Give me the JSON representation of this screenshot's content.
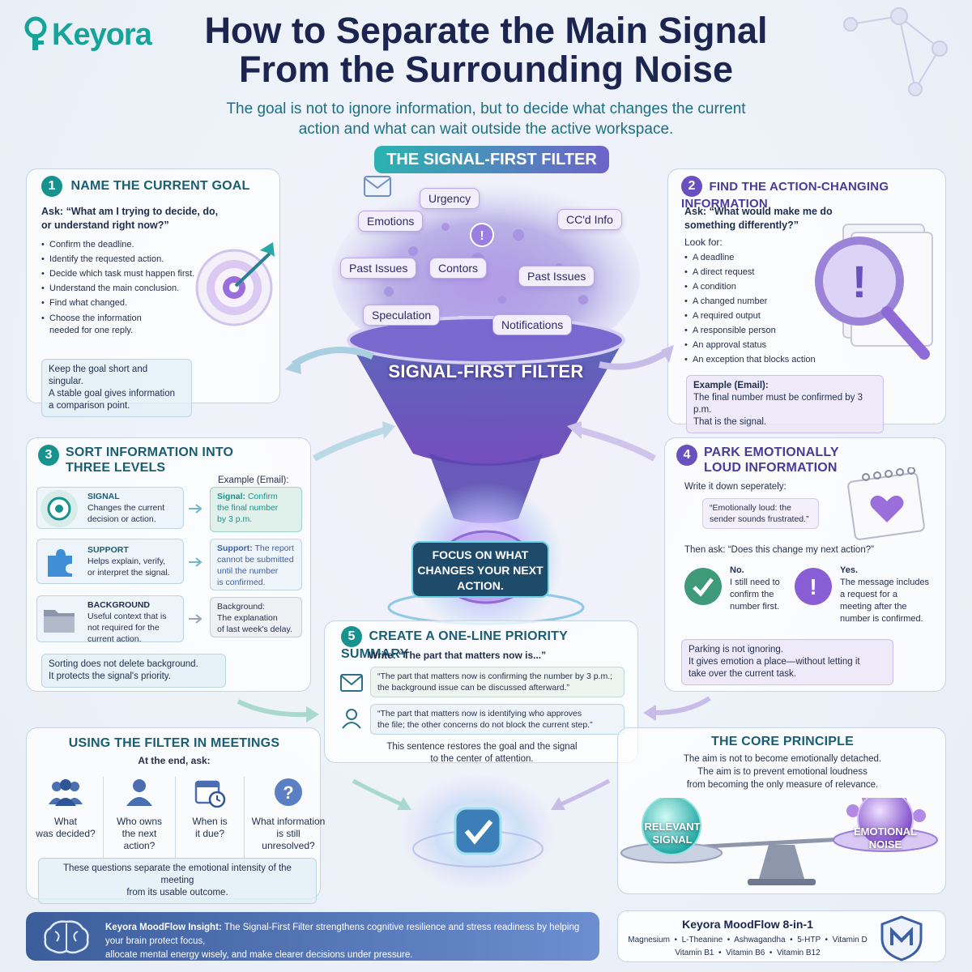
{
  "brand": {
    "logo": "Keyora"
  },
  "header": {
    "title_line1": "How to Separate the Main Signal",
    "title_line2": "From the Surrounding Noise",
    "subtitle_line1": "The goal is not to ignore information, but to decide what changes the current",
    "subtitle_line2": "action and what can wait outside the active workspace."
  },
  "filter": {
    "banner": "THE SIGNAL-FIRST FILTER",
    "funnel_label": "SIGNAL-FIRST FILTER",
    "focus_line1": "FOCUS ON WHAT",
    "focus_line2": "CHANGES YOUR NEXT",
    "focus_line3": "ACTION.",
    "noise_tags": [
      "Urgency",
      "Emotions",
      "CC'd Info",
      "Past Issues",
      "Contors",
      "Past Issues",
      "Speculation",
      "Notifications"
    ]
  },
  "step1": {
    "num": "1",
    "title": "NAME THE CURRENT GOAL",
    "ask_line1": "Ask: “What am I trying to decide, do,",
    "ask_line2": "or understand right now?”",
    "items": [
      "Confirm the deadline.",
      "Identify the requested action.",
      "Decide which task must happen first.",
      "Understand the main conclusion.",
      "Find what changed."
    ],
    "item_last_line1": "Choose the information",
    "item_last_line2": "needed for one reply.",
    "note_line1": "Keep the goal short and singular.",
    "note_line2": "A stable goal gives information",
    "note_line3": "a comparison point."
  },
  "step2": {
    "num": "2",
    "title": "FIND THE ACTION-CHANGING INFORMATION",
    "ask_line1": "Ask: “What would make me do",
    "ask_line2": "something differently?”",
    "look_for": "Look for:",
    "items": [
      "A deadline",
      "A direct request",
      "A condition",
      "A changed number",
      "A required output",
      "A responsible person",
      "An approval status",
      "An exception that blocks action"
    ],
    "example_label": "Example (Email):",
    "example_line1": "The final number must be confirmed by 3 p.m.",
    "example_line2": "That is the signal."
  },
  "step3": {
    "num": "3",
    "title_line1": "SORT INFORMATION INTO",
    "title_line2": "THREE LEVELS",
    "example_header": "Example (Email):",
    "signal_label": "SIGNAL",
    "signal_desc1": "Changes the current",
    "signal_desc2": "decision or action.",
    "signal_ex_key": "Signal:",
    "signal_ex1": "Confirm",
    "signal_ex2": "the final number",
    "signal_ex3": "by 3 p.m.",
    "support_label": "SUPPORT",
    "support_desc1": "Helps explain, verify,",
    "support_desc2": "or interpret the signal.",
    "support_ex_key": "Support:",
    "support_ex1": "The report",
    "support_ex2": "cannot be submitted",
    "support_ex3": "until the number",
    "support_ex4": "is confirmed.",
    "background_label": "BACKGROUND",
    "background_desc1": "Useful context that is",
    "background_desc2": "not required for the",
    "background_desc3": "current action.",
    "background_ex_key": "Background:",
    "background_ex1": "The explanation",
    "background_ex2": "of last week's delay.",
    "note_line1": "Sorting does not delete background.",
    "note_line2": "It protects the signal's priority."
  },
  "step4": {
    "num": "4",
    "title_line1": "PARK EMOTIONALLY",
    "title_line2": "LOUD INFORMATION",
    "write": "Write it down seperately:",
    "quote_line1": "“Emotionally loud: the",
    "quote_line2": "sender sounds frustrated.”",
    "then_ask": "Then ask: “Does this change my next action?”",
    "no_label": "No.",
    "no_line1": "I still need to",
    "no_line2": "confirm the",
    "no_line3": "number first.",
    "yes_label": "Yes.",
    "yes_line1": "The message includes",
    "yes_line2": "a request for a",
    "yes_line3": "meeting after the",
    "yes_line4": "number is confirmed.",
    "note_line1": "Parking is not ignoring.",
    "note_line2": "It gives emotion a place—without letting it",
    "note_line3": "take over the current task."
  },
  "step5": {
    "num": "5",
    "title": "CREATE A ONE-LINE PRIORITY SUMMARY",
    "write": "Write: “The part that matters now is...”",
    "ex1_line1": "“The part that matters now is confirming the number by 3 p.m.;",
    "ex1_line2": "the background issue can be discussed afterward.”",
    "ex2_line1": "“The part that matters now is identifying who approves",
    "ex2_line2": "the file; the other concerns do not block the current step.”",
    "footer_line1": "This sentence restores the goal and the signal",
    "footer_line2": "to the center of attention."
  },
  "meetings": {
    "title": "USING THE FILTER IN MEETINGS",
    "subtitle": "At the end, ask:",
    "q1_line1": "What",
    "q1_line2": "was decided?",
    "q2_line1": "Who owns",
    "q2_line2": "the next",
    "q2_line3": "action?",
    "q3_line1": "When is",
    "q3_line2": "it due?",
    "q4_line1": "What information",
    "q4_line2": "is still",
    "q4_line3": "unresolved?",
    "note_line1": "These questions separate the emotional intensity of the meeting",
    "note_line2": "from its usable outcome."
  },
  "core": {
    "title": "THE CORE PRINCIPLE",
    "line1": "The aim is not to become emotionally detached.",
    "line2": "The aim is to prevent emotional loudness",
    "line3": "from becoming the only measure of relevance.",
    "left_line1": "RELEVANT",
    "left_line2": "SIGNAL",
    "right_line1": "EMOTIONAL",
    "right_line2": "NOISE"
  },
  "insight": {
    "label": "Keyora MoodFlow Insight:",
    "text1": "The Signal-First Filter strengthens cognitive resilience and stress readiness by helping your brain protect focus,",
    "text2": "allocate mental energy wisely, and make clearer decisions under pressure."
  },
  "product": {
    "name": "Keyora MoodFlow 8-in-1",
    "ingredients_row1": [
      "Magnesium",
      "L-Theanine",
      "Ashwagandha",
      "5-HTP",
      "Vitamin D"
    ],
    "ingredients_row2": [
      "Vitamin B1",
      "Vitamin B6",
      "Vitamin B12"
    ]
  },
  "colors": {
    "teal": "#17928f",
    "purple": "#6a4fbf",
    "navy": "#1b2550"
  }
}
